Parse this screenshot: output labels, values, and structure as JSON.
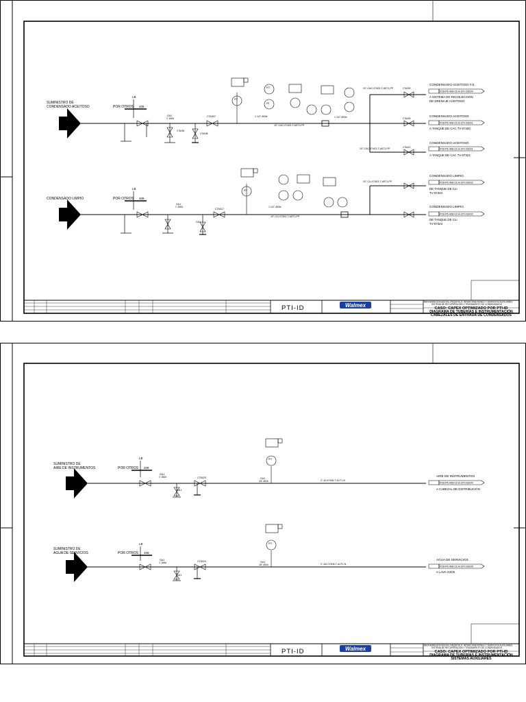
{
  "sheets": [
    {
      "title_block": {
        "project_line": "REFINERÍA DOS BOCAS, PAQUETE 6: INTERCONEXIONES Y SERVICIOS AUXILIARES",
        "system_line": "SISTEMA DE RECUPERACIÓN Y TRATAMIENTO DE CONDENSADOS",
        "case": "CASO: CAPEX OPTIMIZADO POR PTI-ID",
        "diagram_type": "DIAGRAMA DE TUBERÍAS E INSTRUMENTACIÓN",
        "subject": "CABEZALES DE ENTRADA DE CONDENSADOS",
        "center_label": "PTI-ID",
        "logo": "Walmex"
      },
      "groups": [
        {
          "source_label_1": "SUMINISTRO DE",
          "source_label_2": "CONDENSADO ACEITOSO",
          "by_others": "POR OTROS",
          "header_line": "10\"-CAC-07403-T-A5T1-PP",
          "destinations": [
            {
              "title": "CONDENSADO ACEITOSO F.E.",
              "ref": "P28-P6-408-02-A-DTI-03009",
              "note_1": "A SISTEMA DE RECOLECCIÓN",
              "note_2": "DE DRENAJE ACEITOSO"
            },
            {
              "title": "CONDENSADO ACEITOSO",
              "ref": "P28-P6-408-02-A-DTI-03001",
              "note_1": "A TANQUE DE CAC TV-07320",
              "note_2": ""
            },
            {
              "title": "CONDENSADO ACEITOSO",
              "ref": "P28-P6-408-02-A-DTI-03001",
              "note_1": "A TANQUE DE CAC TV-07321",
              "note_2": ""
            }
          ]
        },
        {
          "source_label_1": "CONDENSADO LIMPIO",
          "source_label_2": "",
          "by_others": "POR OTROS",
          "header_line": "10\"-CLI-07403-T-A5T1-PP",
          "destinations": [
            {
              "title": "CONDENSADO LIMPIO",
              "ref": "P28-P6-408-02-A-DTI-03002",
              "note_1": "DE TANQUE DE CLI",
              "note_2": "TV-07322"
            },
            {
              "title": "CONDENSADO LIMPIO",
              "ref": "P28-P6-408-02-A-DTI-03002",
              "note_1": "DE TANQUE DE CLI",
              "note_2": "TV-07323"
            }
          ]
        }
      ]
    },
    {
      "title_block": {
        "project_line": "REFINERÍA DOS BOCAS, PAQUETE 6: INTERCONEXIONES Y SERVICIOS AUXILIARES",
        "system_line": "SISTEMA DE RECUPERACIÓN Y TRATAMIENTO DE CONDENSADOS",
        "case": "CASO: CAPEX OPTIMIZADO POR PTI-ID",
        "diagram_type": "DIAGRAMA DE TUBERÍAS E INSTRUMENTACIÓN",
        "subject": "SISTEMAS AUXILIARES",
        "center_label": "PTI-ID",
        "logo": "Walmex"
      },
      "groups": [
        {
          "source_label_1": "SUMINISTRO DE",
          "source_label_2": "AIRE DE INSTRUMENTOS",
          "by_others": "POR OTROS",
          "header_line": "2\"-AI-07408-T-A1T1-N",
          "destinations": [
            {
              "title": "AIRE DE INSTRUMENTOS",
              "ref": "P28-P6-408-02-A-DTI-03004",
              "note_1": "A CABEZAL DE DISTRIBUCIÓN",
              "note_2": ""
            }
          ]
        },
        {
          "source_label_1": "SUMINISTRO DE",
          "source_label_2": "AGUA DE SERVICIOS",
          "by_others": "POR OTROS",
          "header_line": "2\"-AS-07408-T-A1T1-N",
          "destinations": [
            {
              "title": "AGUA DE SERVICIOS",
              "ref": "P28-P6-408-02-A-DTI-03005",
              "note_1": "A LAVA OJOS",
              "note_2": ""
            }
          ]
        }
      ]
    }
  ]
}
